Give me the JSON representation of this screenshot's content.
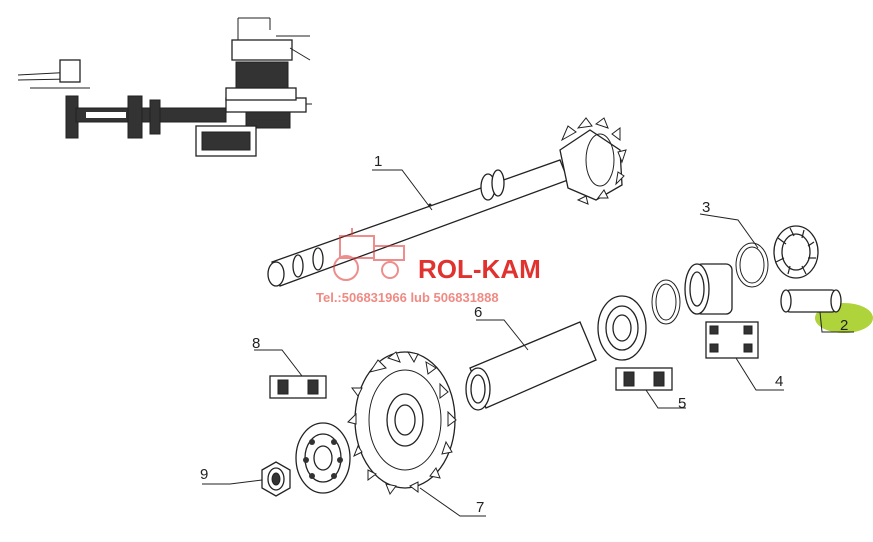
{
  "callouts": {
    "c1": "1",
    "c2": "2",
    "c3": "3",
    "c4": "4",
    "c5": "5",
    "c6": "6",
    "c7": "7",
    "c8": "8",
    "c9": "9"
  },
  "watermark": {
    "brand": "ROL-KAM",
    "phone": "Tel.:506831966 lub 506831888"
  },
  "colors": {
    "highlight": "#a8cf2a",
    "watermark": "#e0322f",
    "ink": "#222222"
  },
  "highlighted_part": "2"
}
